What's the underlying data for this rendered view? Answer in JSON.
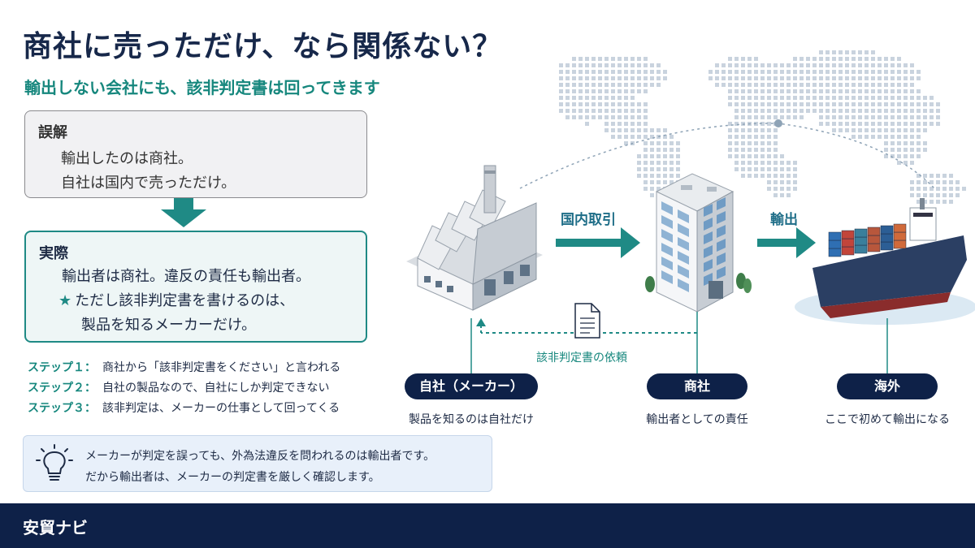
{
  "title": "商社に売っただけ、なら関係ない？",
  "subtitle": "輸出しない会社にも、該非判定書は回ってきます",
  "misconception": {
    "heading": "誤解",
    "lines": [
      "輸出したのは商社。",
      "自社は国内で売っただけ。"
    ]
  },
  "reality": {
    "heading": "実際",
    "line1": "輸出者は商社。違反の責任も輸出者。",
    "star": "★",
    "line2": "ただし該非判定書を書けるのは、",
    "line3": "製品を知るメーカーだけ。"
  },
  "steps": [
    {
      "label": "ステップ１：",
      "text": "商社から「該非判定書をください」と言われる"
    },
    {
      "label": "ステップ２：",
      "text": "自社の製品なので、自社にしか判定できない"
    },
    {
      "label": "ステップ３：",
      "text": "該非判定は、メーカーの仕事として回ってくる"
    }
  ],
  "tip": {
    "icon": "lightbulb-icon",
    "line1": "メーカーが判定を誤っても、外為法違反を問われるのは輸出者です。",
    "line2": "だから輸出者は、メーカーの判定書を厳しく確認します。"
  },
  "flow": {
    "arrow1_label": "国内取引",
    "arrow2_label": "輸出",
    "request_label": "該非判定書の依頼",
    "nodes": [
      {
        "label": "自社（メーカー）",
        "caption": "製品を知るのは自社だけ",
        "icon": "factory-icon"
      },
      {
        "label": "商社",
        "caption": "輸出者としての責任",
        "icon": "office-building-icon"
      },
      {
        "label": "海外",
        "caption": "ここで初めて輸出になる",
        "icon": "container-ship-icon"
      }
    ]
  },
  "footer": {
    "brand": "安貿ナビ"
  },
  "colors": {
    "navy": "#0e2148",
    "teal": "#1f8a85",
    "title": "#17284a"
  }
}
